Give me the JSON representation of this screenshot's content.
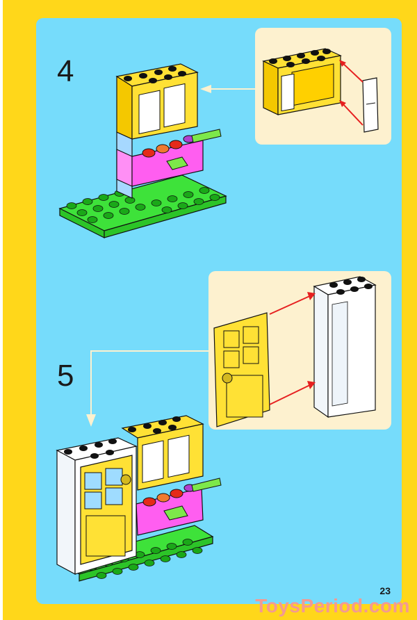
{
  "page": {
    "type": "building-instructions",
    "page_number": "23",
    "watermark": "ToysPeriod.com",
    "colors": {
      "border": "#ffd71a",
      "background": "#76dcfb",
      "callout": "#fdf1cf",
      "arrow": "#e62020",
      "brick_yellow": "#ffe135",
      "brick_green": "#3ee23a",
      "brick_pink": "#ff5ef0",
      "brick_lightblue": "#a6d8ff",
      "brick_white": "#ffffff"
    }
  },
  "steps": [
    {
      "number": "4",
      "callout": "Attach white window pane to yellow window frame (red arrows show hinge points)",
      "main": "Place yellow window frame on top of light blue brick above pink flower box"
    },
    {
      "number": "5",
      "callout": "Attach yellow door to white door frame (red arrows show hinge points)",
      "main": "Place white door frame with yellow door to the left of the window assembly on the green plate"
    }
  ]
}
